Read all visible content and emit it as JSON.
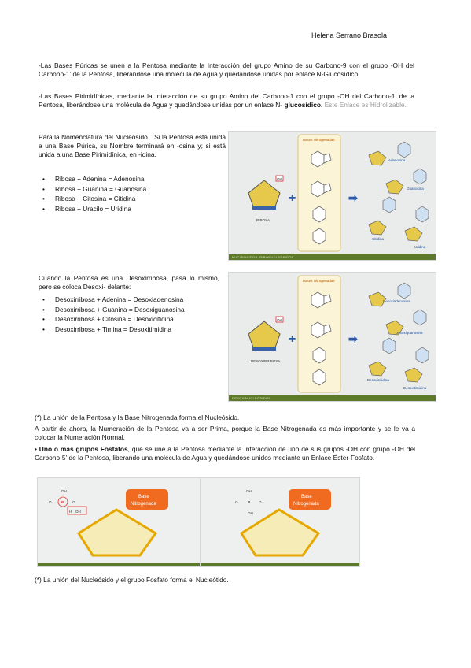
{
  "header": {
    "author": "Helena Serrano Brasola"
  },
  "intro": {
    "p1": "-Las Bases Púricas se unen a la Pentosa mediante la Interacción del grupo Amino de su Carbono-9 con el grupo -OH del Carbono-1’ de la Pentosa, liberándose una molécula de Agua y quedándose unidas por enlace N-Glucosídico",
    "p2_main": "-Las Bases Pirimidínicas, mediante la Interacción de su grupo Amino del Carbono-1 con el grupo -OH del Carbono-1’ de la Pentosa, liberándose una molécula de Agua y quedándose unidas por un enlace N-",
    "p2_bold": "glucosídico.",
    "p2_gray": "Este Enlace es Hidrolizable."
  },
  "section1": {
    "text": "Para la Nomenclatura del Nucleósido…Si la Pentosa está unida a una Base Púrica, su Nombre terminará en -osina y; si está unida a una Base Pirimidínica, en -idina.",
    "items": [
      "Ribosa + Adenina = Adenosina",
      "Ribosa + Guanina = Guanosina",
      "Ribosa + Citosina = Citidina",
      "Ribosa + Uracilo = Uridina"
    ],
    "figure": {
      "panel_title": "Bases Nitrogenadas",
      "sugar_label": "RIBOSA",
      "oh_label": "OH",
      "results": [
        "Adenosina",
        "Guanosina",
        "Citidina",
        "Uridina"
      ],
      "footer": "NUCLEÓSIDOS: RIBONUCLEÓSIDOS"
    }
  },
  "section2": {
    "text": "Cuando la Pentosa es una Desoxirribosa, pasa lo mismo, pero se coloca Desoxi- delante:",
    "items": [
      "Desoxirribosa + Adenina = Desoxiadenosina",
      "Desoxirribosa + Guanina = Desoxiguanosina",
      "Desoxirribosa + Citosina = Desoxicitidina",
      "Desoxirribosa + Timina = Desoxitimidina"
    ],
    "figure": {
      "panel_title": "Bases Nitrogenadas",
      "sugar_label": "DESOXIRRIBOSA",
      "oh_label": "OH",
      "results": [
        "Desoxiadenosina",
        "Desoxiguanosina",
        "Desoxicitidina",
        "Desoxitimidina"
      ],
      "footer": "DESOXINUCLEÓSIDOS"
    }
  },
  "section3": {
    "note1": "(*) La unión de la Pentosa y la Base Nitrogenada forma el Nucleósido.",
    "p1": "A partir de ahora, la Numeración de la Pentosa va a ser Prima, porque la Base Nitrogenada es más importante y se le va a colocar la Numeración Normal.",
    "p2_bullet": "•",
    "p2_bold": "Uno o más grupos Fosfatos",
    "p2_rest": ", que se une a la Pentosa mediante la Interacción de uno de sus grupos -OH con grupo -OH del Carbono-5’ de la Pentosa, liberando una molécula de Agua y quedándose unidos mediante un Enlace Éster-Fosfato.",
    "figure": {
      "base_label_1": "Base",
      "base_label_2": "Nitrogenada",
      "phosphate": "P",
      "oh": "OH",
      "o": "O",
      "h": "H"
    },
    "note2": "(*) La unión del Nucleósido y el grupo Fosfato forma el Nucleótido."
  }
}
